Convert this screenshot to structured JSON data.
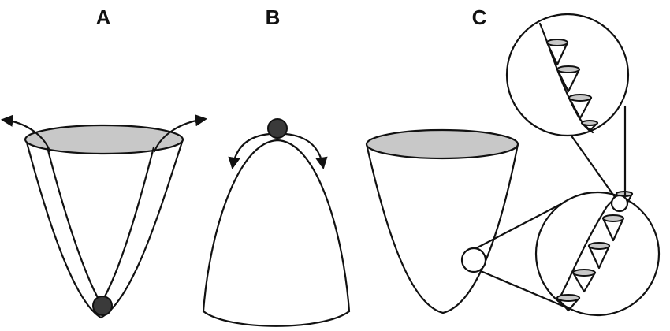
{
  "panels": [
    {
      "label": "A"
    },
    {
      "label": "B"
    },
    {
      "label": "C"
    }
  ],
  "colors": {
    "stroke": "#111111",
    "rim_fill": "#c8c8c8",
    "ball_fill": "#3a3a3a",
    "background": "#ffffff"
  }
}
